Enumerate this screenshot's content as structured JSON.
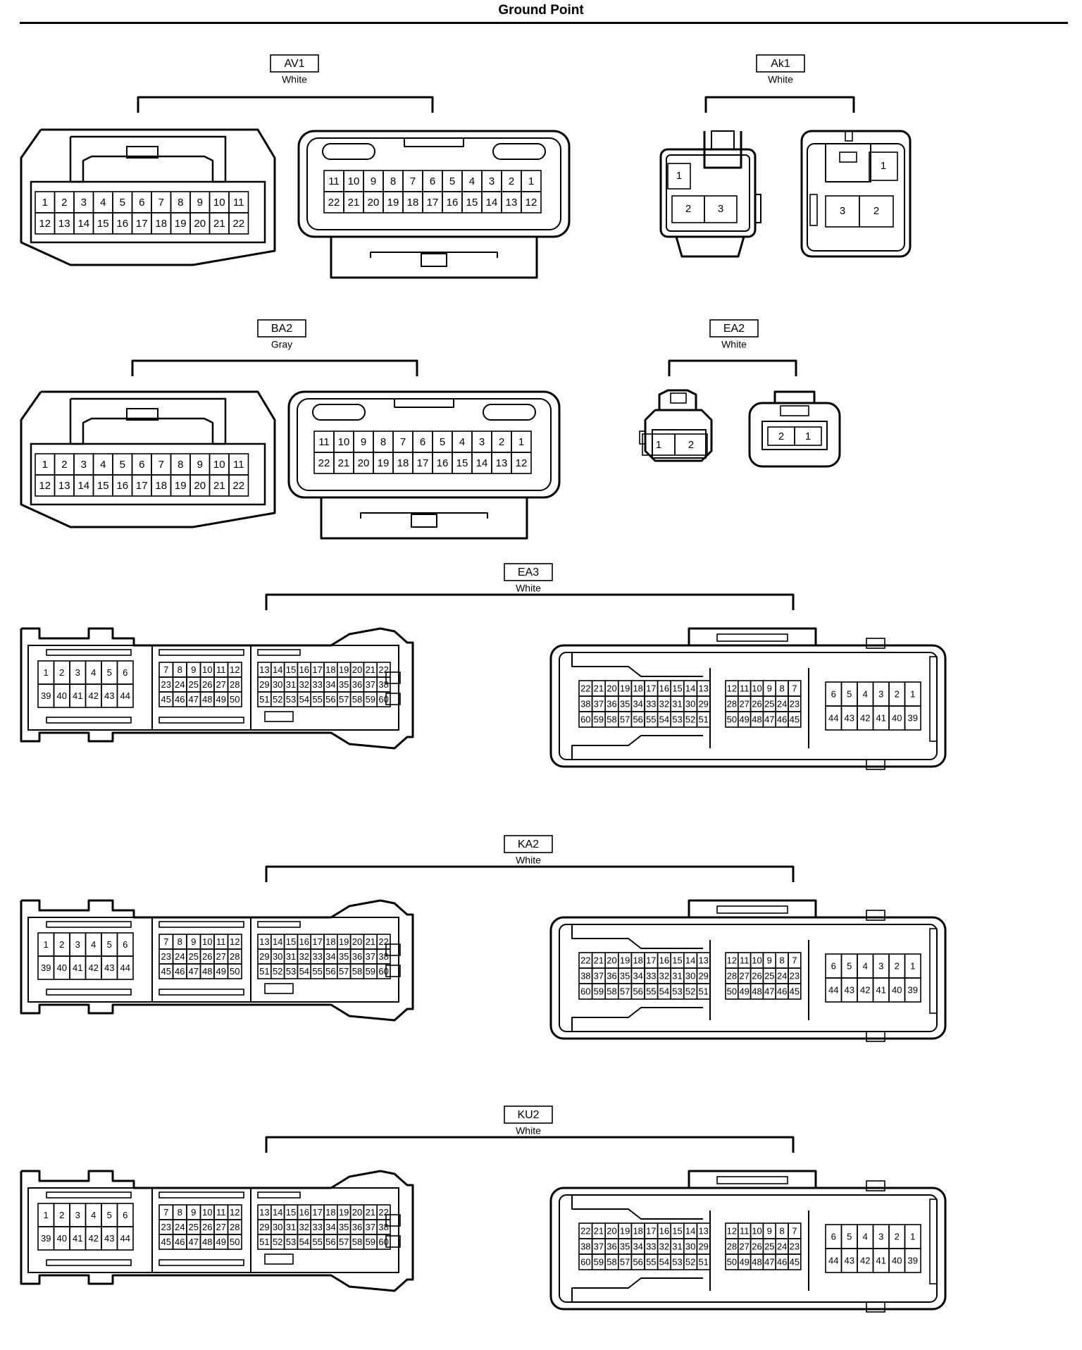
{
  "page": {
    "title": "Ground Point"
  },
  "connectors": [
    {
      "id": "AV1",
      "color": "White"
    },
    {
      "id": "Ak1",
      "color": "White"
    },
    {
      "id": "BA2",
      "color": "Gray"
    },
    {
      "id": "EA2",
      "color": "White"
    },
    {
      "id": "EA3",
      "color": "White"
    },
    {
      "id": "KA2",
      "color": "White"
    },
    {
      "id": "KU2",
      "color": "White"
    }
  ],
  "pin_layouts": {
    "av1_left": [
      [
        "1",
        "2",
        "3",
        "4",
        "5",
        "6",
        "7",
        "8",
        "9",
        "10",
        "11"
      ],
      [
        "12",
        "13",
        "14",
        "15",
        "16",
        "17",
        "18",
        "19",
        "20",
        "21",
        "22"
      ]
    ],
    "av1_right": [
      [
        "11",
        "10",
        "9",
        "8",
        "7",
        "6",
        "5",
        "4",
        "3",
        "2",
        "1"
      ],
      [
        "22",
        "21",
        "20",
        "19",
        "18",
        "17",
        "16",
        "15",
        "14",
        "13",
        "12"
      ]
    ],
    "ba2_left": [
      [
        "1",
        "2",
        "3",
        "4",
        "5",
        "6",
        "7",
        "8",
        "9",
        "10",
        "11"
      ],
      [
        "12",
        "13",
        "14",
        "15",
        "16",
        "17",
        "18",
        "19",
        "20",
        "21",
        "22"
      ]
    ],
    "ba2_right": [
      [
        "11",
        "10",
        "9",
        "8",
        "7",
        "6",
        "5",
        "4",
        "3",
        "2",
        "1"
      ],
      [
        "22",
        "21",
        "20",
        "19",
        "18",
        "17",
        "16",
        "15",
        "14",
        "13",
        "12"
      ]
    ],
    "ak1_left": {
      "top": [
        "1"
      ],
      "bottom": [
        "2",
        "3"
      ]
    },
    "ak1_right": {
      "top": [
        "1"
      ],
      "bottom": [
        "3",
        "2"
      ]
    },
    "ea2_left": [
      [
        "1",
        "2"
      ]
    ],
    "ea2_right": [
      [
        "2",
        "1"
      ]
    ],
    "ecu_left": {
      "a": [
        [
          "1",
          "2",
          "3",
          "4",
          "5",
          "6"
        ],
        [
          "39",
          "40",
          "41",
          "42",
          "43",
          "44"
        ]
      ],
      "b": [
        [
          "7",
          "8",
          "9",
          "10",
          "11",
          "12"
        ],
        [
          "23",
          "24",
          "25",
          "26",
          "27",
          "28"
        ],
        [
          "45",
          "46",
          "47",
          "48",
          "49",
          "50"
        ]
      ],
      "c": [
        [
          "13",
          "14",
          "15",
          "16",
          "17",
          "18",
          "19",
          "20",
          "21",
          "22"
        ],
        [
          "29",
          "30",
          "31",
          "32",
          "33",
          "34",
          "35",
          "36",
          "37",
          "38"
        ],
        [
          "51",
          "52",
          "53",
          "54",
          "55",
          "56",
          "57",
          "58",
          "59",
          "60"
        ]
      ]
    },
    "ecu_right": {
      "a": [
        [
          "22",
          "21",
          "20",
          "19",
          "18",
          "17",
          "16",
          "15",
          "14",
          "13"
        ],
        [
          "38",
          "37",
          "36",
          "35",
          "34",
          "33",
          "32",
          "31",
          "30",
          "29"
        ],
        [
          "60",
          "59",
          "58",
          "57",
          "56",
          "55",
          "54",
          "53",
          "52",
          "51"
        ]
      ],
      "b": [
        [
          "12",
          "11",
          "10",
          "9",
          "8",
          "7"
        ],
        [
          "28",
          "27",
          "26",
          "25",
          "24",
          "23"
        ],
        [
          "50",
          "49",
          "48",
          "47",
          "46",
          "45"
        ]
      ],
      "c": [
        [
          "6",
          "5",
          "4",
          "3",
          "2",
          "1"
        ],
        [
          "44",
          "43",
          "42",
          "41",
          "40",
          "39"
        ]
      ]
    }
  }
}
